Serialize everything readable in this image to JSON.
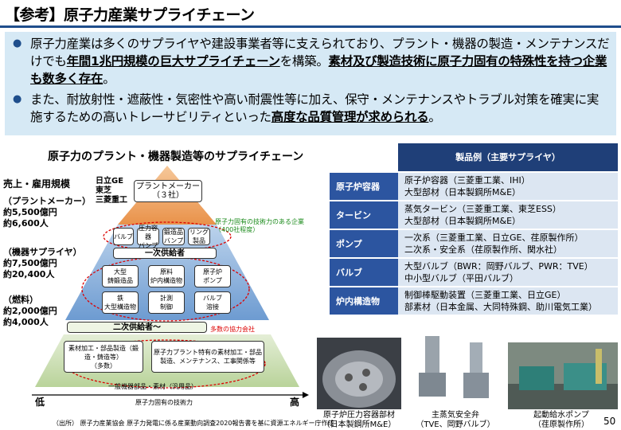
{
  "slide": {
    "title": "【参考】原子力産業サプライチェーン",
    "page_number": "50",
    "source_note": "（出所） 原子力産業協会 原子力発電に係る産業動向調査2020報告書を基に資源エネルギー庁作成"
  },
  "bullets": [
    {
      "t1": "原子力産業は多くのサプライヤや建設事業者等に支えられており、プラント・機器の製造・メンテナンスだけでも",
      "u1": "年間1兆円規模の巨大サプライチェーン",
      "t2": "を構築。",
      "u2": "素材及び製造技術に原子力固有の特殊性を持つ企業も数多く存在",
      "t3": "。"
    },
    {
      "t1": "また、耐放射性・遮蔽性・気密性や高い耐震性等に加え、保守・メンテナンスやトラブル対策を確実に実施するための高いトレーサビリティといった",
      "u1": "高度な品質管理が求められる",
      "t2": "。"
    }
  ],
  "pyramid": {
    "title": "原子力のプラント・機器製造等のサプライチェーン",
    "left_header": "売上・雇用規模",
    "tiers": [
      {
        "name": "（プラントメーカー）",
        "sales": "約5,500億円",
        "jobs": "約6,600人"
      },
      {
        "name": "（機器サプライヤ）",
        "sales": "約7,500億円",
        "jobs": "約20,400人"
      },
      {
        "name": "（燃料）",
        "sales": "約2,000億円",
        "jobs": "約4,000人"
      }
    ],
    "makers": [
      "日立GE",
      "東芝",
      "三菱重工"
    ],
    "top_box": {
      "line1": "プラントメーカー",
      "line2": "（３社）"
    },
    "special_note": "原子力固有の技術力のある企業\n（400社程度）",
    "row1_boxes": [
      "バルブ",
      "圧力容器\nバンプ",
      "鍛造品\nバンプ",
      "リング\n製品"
    ],
    "primary_label": "一次供給者",
    "row2_boxes": [
      "大型\n鋳鍛造品",
      "原料\n炉内構造物",
      "原子炉\nポンプ",
      "鉄\n大型構造物",
      "計測\n制御",
      "バルブ\n溶接"
    ],
    "secondary_label": "二次供給者～",
    "secondary_note": "多数の協力会社",
    "bottom_boxes": [
      "素材加工・部品製造（鍛造・鋳造等）\n（多数）",
      "原子力プラント特有の素材加工・部品\n製造、メンテナンス、工事関係等"
    ],
    "bottom_note": "一般機器部品・素材（汎用品）",
    "axis_left": "低",
    "axis_right": "高",
    "axis_label": "原子力固有の技術力"
  },
  "table": {
    "header": "製品例（主要サプライヤ）",
    "rows": [
      {
        "cat": "原子炉容器",
        "l1": "原子炉容器（三菱重工業、IHI）",
        "l2": "大型部材（日本製鋼所M&E）"
      },
      {
        "cat": "タービン",
        "l1": "蒸気タービン（三菱重工業、東芝ESS）",
        "l2": "大型部材（日本製鋼所M&E）"
      },
      {
        "cat": "ポンプ",
        "l1": "一次系（三菱重工業、日立GE、荏原製作所）",
        "l2": "二次系・安全系（荏原製作所、関水社）"
      },
      {
        "cat": "バルブ",
        "l1": "大型バルブ（BWR：岡野バルブ、PWR：TVE）",
        "l2": "中小型バルブ（平田バルブ）"
      },
      {
        "cat": "炉内構造物",
        "l1": "制御棒駆動装置（三菱重工業、日立GE）",
        "l2": "部素材（日本金属、大同特殊鋼、助川電気工業）"
      }
    ]
  },
  "photos": [
    {
      "l1": "原子炉圧力容器部材",
      "l2": "（日本製鋼所M&E）"
    },
    {
      "l1": "主蒸気安全弁",
      "l2": "（TVE、岡野バルブ）"
    },
    {
      "l1": "起動給水ポンプ",
      "l2": "（荏原製作所）"
    }
  ],
  "colors": {
    "accent": "#1f4e8c",
    "table_header": "#1f3f78",
    "table_cat": "#2c55a0",
    "table_val": "#dce6f2",
    "bullet_bg": "#d6e9f5"
  }
}
